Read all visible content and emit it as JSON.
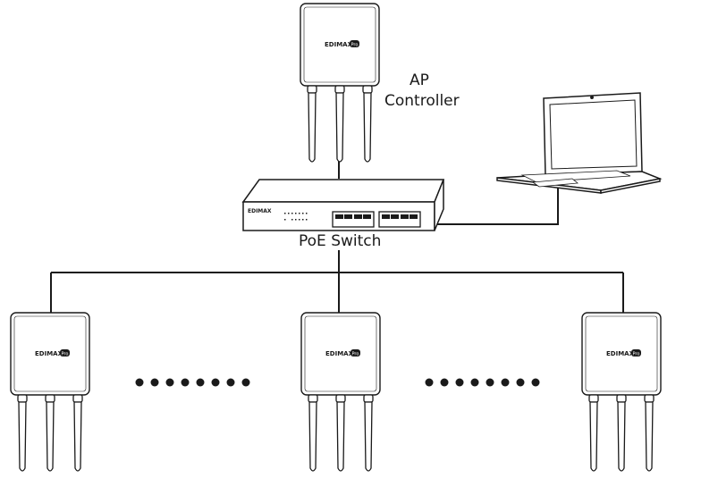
{
  "labels": {
    "ap_controller_line1": "AP",
    "ap_controller_line2": "Controller",
    "poe_switch": "PoE Switch"
  },
  "brand": {
    "logo": "EDIMAX",
    "badge": "Pro"
  },
  "devices": {
    "controller": {
      "icon": "access-point-icon"
    },
    "switch": {
      "icon": "poe-switch-icon",
      "ports": 8
    },
    "laptop": {
      "icon": "laptop-icon"
    },
    "access_points": [
      "access-point-icon",
      "access-point-icon",
      "access-point-icon"
    ]
  },
  "ellipsis_dots_per_gap": 8,
  "colors": {
    "line": "#1a1a1a",
    "fill": "#ffffff"
  }
}
